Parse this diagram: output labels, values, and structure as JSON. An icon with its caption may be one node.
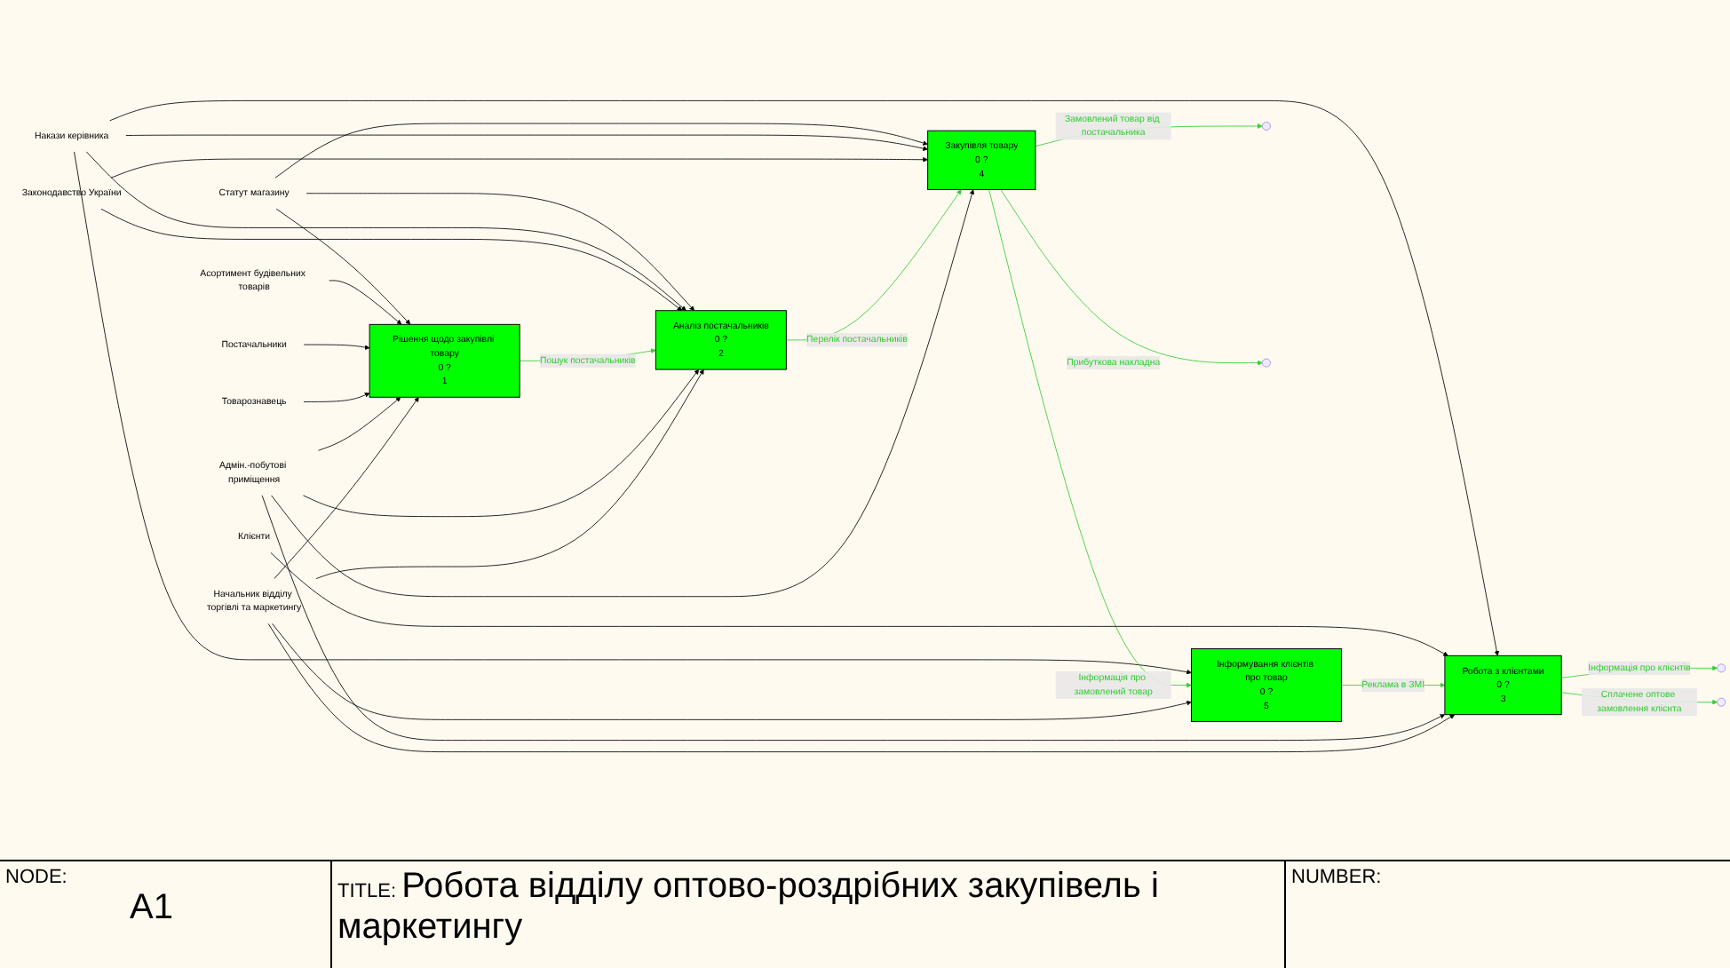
{
  "diagram": {
    "title": "Робота відділу оптово-роздрібних закупівель і маркетингу",
    "nodes": [
      {
        "text": [
          "Статут магазину"
        ]
      },
      {
        "text": [
          "Накази керівника"
        ]
      },
      {
        "text": [
          "Законодавство України"
        ]
      },
      {
        "text": [
          "Асортимент будівельних товарів"
        ]
      },
      {
        "text": [
          "Постачальники"
        ]
      },
      {
        "text": [
          "Рішення щодо закупівлі товару",
          "0 ?",
          "1"
        ]
      },
      {
        "text": [
          "Аналіз постачальників",
          "0 ?",
          "2"
        ]
      },
      {
        "text": [
          "Закупівля товару",
          "0 ?",
          "4"
        ]
      },
      {
        "text": [
          "Інформування клієнтів про товар",
          "0 ?",
          "5"
        ]
      },
      {
        "text": [
          "Клієнти"
        ]
      },
      {
        "text": [
          "Робота з клієнтами",
          "0 ?",
          "3"
        ]
      },
      {
        "text": [
          "Товарознавець"
        ]
      },
      {
        "text": [
          "Адмін.-побутові приміщення"
        ]
      },
      {
        "text": [
          "Начальник відділу торгівлі та маркетингу"
        ]
      }
    ],
    "edges": [
      {
        "from": 0,
        "to": 5,
        "arrow": "to"
      },
      {
        "from": 0,
        "to": 6,
        "arrow": "to"
      },
      {
        "from": 0,
        "to": 7,
        "arrow": "to"
      },
      {
        "from": 1,
        "to": 6,
        "arrow": "to"
      },
      {
        "from": 1,
        "to": 10,
        "arrow": "to"
      },
      {
        "from": 1,
        "to": 7,
        "arrow": "to"
      },
      {
        "from": 1,
        "to": 8,
        "arrow": "to"
      },
      {
        "from": 2,
        "to": 6,
        "arrow": "to"
      },
      {
        "from": 2,
        "to": 7,
        "arrow": "to"
      },
      {
        "from": 3,
        "to": 5,
        "arrow": "to"
      },
      {
        "from": 4,
        "to": 5,
        "arrow": "to"
      },
      {
        "from": 5,
        "to": 6,
        "label": "Пошук постачальників",
        "arrow": "to",
        "color": "#33cc33"
      },
      {
        "from": 6,
        "to": 7,
        "label": "Перелік постачальників",
        "arrow": "to",
        "color": "#33cc33"
      },
      {
        "from": 7,
        "to": null,
        "label": "Замовлений товар від постачальника",
        "arrow": "to",
        "color": "#33cc33"
      },
      {
        "from": 7,
        "to": null,
        "label": "Прибуткова накладна",
        "arrow": "to",
        "color": "#33cc33"
      },
      {
        "from": 7,
        "to": 8,
        "label": "Інформація про замовлений товар",
        "arrow": "to",
        "color": "#33cc33"
      },
      {
        "from": 9,
        "to": 10,
        "arrow": "to"
      },
      {
        "from": 10,
        "to": null,
        "label": "Інформація про клієнтів",
        "arrow": "to",
        "color": "#33cc33"
      },
      {
        "from": 10,
        "to": null,
        "label": "Сплачене оптове замовлення клієнта",
        "arrow": "to",
        "color": "#33cc33"
      },
      {
        "from": 8,
        "to": 10,
        "label": "Реклама в ЗМІ",
        "arrow": "to",
        "color": "#33cc33"
      },
      {
        "from": 11,
        "to": 5,
        "arrow": "to"
      },
      {
        "from": 12,
        "to": 5,
        "arrow": "to"
      },
      {
        "from": 12,
        "to": 6,
        "arrow": "to"
      },
      {
        "from": 12,
        "to": 7,
        "arrow": "to"
      },
      {
        "from": 12,
        "to": 10,
        "arrow": "to"
      },
      {
        "from": 13,
        "to": 5,
        "arrow": "to"
      },
      {
        "from": 13,
        "to": 6,
        "arrow": "to"
      },
      {
        "from": 13,
        "to": 10,
        "arrow": "to"
      },
      {
        "from": 13,
        "to": 8,
        "arrow": "to"
      }
    ],
    "labels": [
      "NODE:",
      "A1",
      "TITLE:",
      "NUMBER:"
    ]
  }
}
